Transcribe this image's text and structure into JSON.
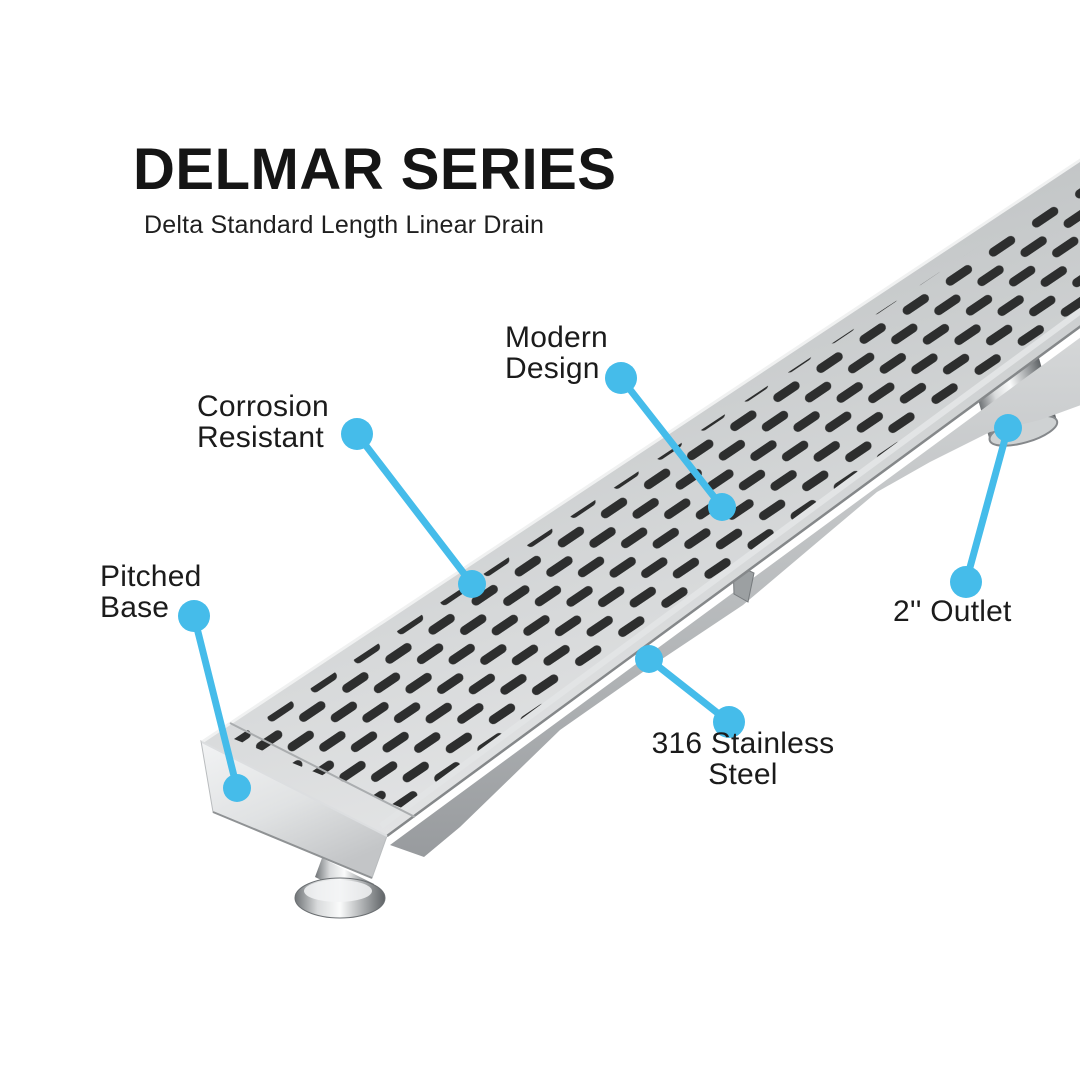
{
  "header": {
    "title": "DELMAR SERIES",
    "subtitle": "Delta Standard Length Linear Drain"
  },
  "callouts": [
    {
      "id": "modern-design",
      "lines": [
        "Modern",
        "Design"
      ]
    },
    {
      "id": "corrosion-resistant",
      "lines": [
        "Corrosion",
        "Resistant"
      ]
    },
    {
      "id": "pitched-base",
      "lines": [
        "Pitched",
        "Base"
      ]
    },
    {
      "id": "two-inch-outlet",
      "lines": [
        "2'' Outlet"
      ]
    },
    {
      "id": "stainless-steel",
      "lines": [
        "316 Stainless",
        "Steel"
      ]
    }
  ],
  "colors": {
    "accent": "#45BCEA",
    "title_text": "#151515",
    "label_text": "#1b1b1b",
    "grate_slot": "#2d2e2e"
  }
}
